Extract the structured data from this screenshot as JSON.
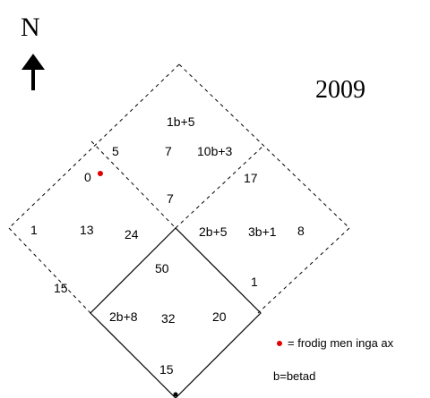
{
  "north_label": "N",
  "year": "2009",
  "colors": {
    "line": "#000000",
    "dot": "#e00000",
    "background": "#ffffff"
  },
  "cells": {
    "top_1b5": "1b+5",
    "top_5": "5",
    "top_7": "7",
    "top_10b3": "10b+3",
    "left_0": "0",
    "top_7b": "7",
    "right_17": "17",
    "left_1": "1",
    "left_13": "13",
    "left_24": "24",
    "right_2b5": "2b+5",
    "right_3b1": "3b+1",
    "right_8": "8",
    "bottom_50": "50",
    "left_15": "15",
    "right_1": "1",
    "bottom_2b8": "2b+8",
    "bottom_32": "32",
    "bottom_20": "20",
    "bottom_15": "15"
  },
  "legend": {
    "dot_text": "= frodig men inga ax",
    "b_text": "b=betad"
  }
}
